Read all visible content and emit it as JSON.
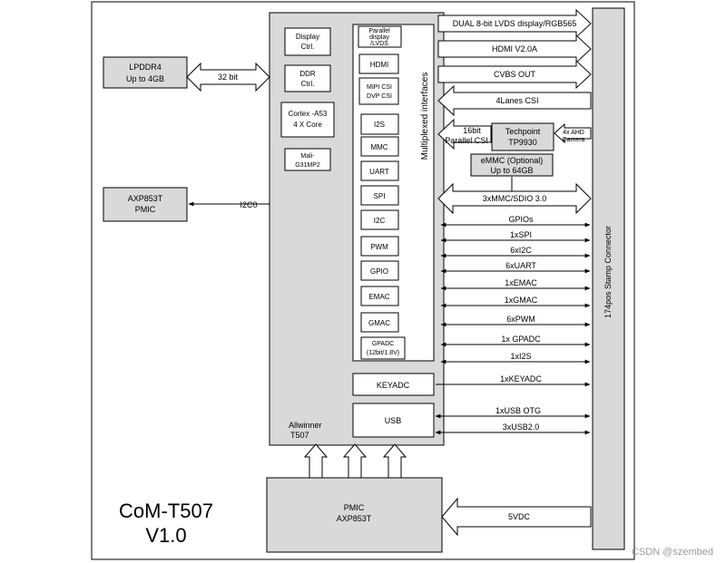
{
  "title": {
    "line1": "CoM-T507",
    "line2": "V1.0"
  },
  "watermark": "CSDN @szembed",
  "left_blocks": {
    "lpddr4": {
      "line1": "LPDDR4",
      "line2": "Up to 4GB",
      "bus": "32 bit"
    },
    "pmic_left": {
      "line1": "AXP853T",
      "line2": "PMIC",
      "bus": "I2C0"
    }
  },
  "soc": {
    "name_line1": "Allwinner",
    "name_line2": "T507",
    "cores": [
      {
        "line1": "Display",
        "line2": "Ctrl."
      },
      {
        "line1": "DDR",
        "line2": "Ctrl."
      },
      {
        "line1": "Cortex -A53",
        "line2": "4 X Core"
      },
      {
        "line1": "Mali-",
        "line2": "G31MP2"
      }
    ],
    "mux_title": "Multiplexed interfaces",
    "mux_blocks": [
      {
        "line1": "Parallel",
        "line2": "display",
        "line3": "/LVDS"
      },
      {
        "line1": "HDMI"
      },
      {
        "line1": "MIPI CSI",
        "line2": "DVP CSI"
      },
      {
        "line1": "I2S"
      },
      {
        "line1": "MMC"
      },
      {
        "line1": "UART"
      },
      {
        "line1": "SPI"
      },
      {
        "line1": "I2C"
      },
      {
        "line1": "PWM"
      },
      {
        "line1": "GPIO"
      },
      {
        "line1": "EMAC"
      },
      {
        "line1": "GMAC"
      },
      {
        "line1": "GPADC",
        "line2": "(12bit/1.8V)"
      }
    ],
    "keyadc": "KEYADC",
    "usb": "USB"
  },
  "connector": {
    "label": "174pos Stamp Connector"
  },
  "buses": {
    "lvds": "DUAL 8-bit LVDS display/RGB565",
    "hdmi": "HDMI V2.0A",
    "cvbs": "CVBS OUT",
    "csi4": "4Lanes CSI",
    "pcsi_line1": "16bit",
    "pcsi_line2": "Parallel CSI",
    "mmc": "3xMMC/SDIO 3.0",
    "power": "5VDC"
  },
  "techpoint": {
    "line1": "Techpoint",
    "line2": "TP9930",
    "cam_line1": "4x AHD",
    "cam_line2": "Camera"
  },
  "emmc": {
    "line1": "eMMC (Optional)",
    "line2": "Up to 64GB"
  },
  "signals": [
    "GPIOs",
    "1xSPI",
    "6xI2C",
    "6xUART",
    "1xEMAC",
    "1xGMAC",
    "6xPWM",
    "1x GPADC",
    "1xI2S",
    "1xKEYADC",
    "1xUSB OTG",
    "3xUSB2.0"
  ],
  "pmic_bottom": {
    "line1": "PMIC",
    "line2": "AXP853T"
  },
  "colors": {
    "block_fill": "#d9d9d9",
    "stroke": "#000000",
    "background": "#ffffff",
    "watermark": "#9a9a9a"
  }
}
